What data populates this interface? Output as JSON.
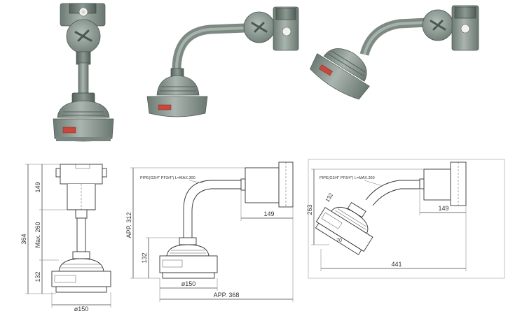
{
  "colors": {
    "housing": "#8f9c95",
    "housing_dark": "#5f6b65",
    "label_red": "#c9473b",
    "line": "#333333"
  },
  "drawings": {
    "front": {
      "height_total": "364",
      "height_box": "149",
      "height_pipe": "Max. 260",
      "height_lamp": "132",
      "diameter": "ø150"
    },
    "side": {
      "pipe_note": "PIPE(G3/4\" PF3/4\") L=MAX.300",
      "height_total": "APP. 312",
      "height_lamp": "132",
      "offset": "149",
      "diameter": "ø150",
      "length_total": "APP. 368"
    },
    "angled": {
      "pipe_note": "PIPE(G3/4\" PF3/4\") L=MAX.300",
      "height": "263",
      "lamp_dim": "132",
      "angle_dim": "70",
      "offset": "149",
      "length_total": "441"
    }
  }
}
